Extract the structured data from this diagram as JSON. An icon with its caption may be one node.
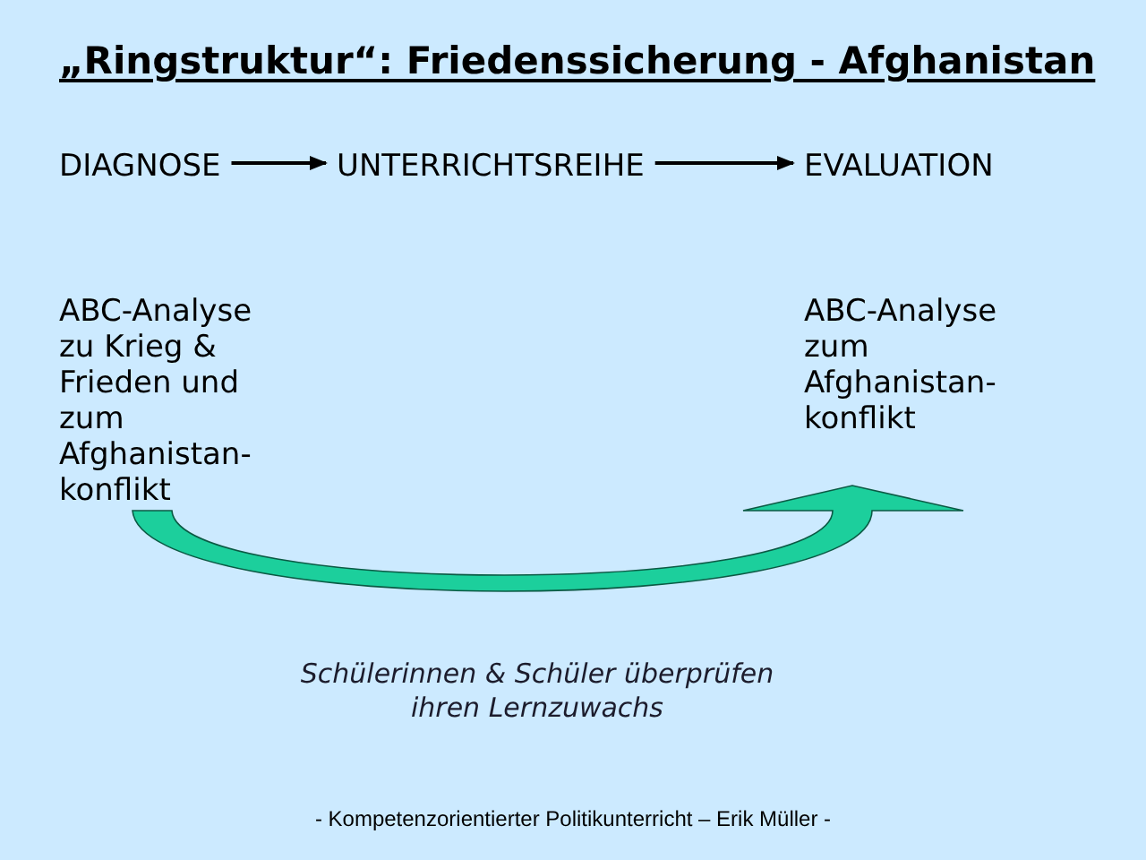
{
  "diagram": {
    "title": "„Ringstruktur“: Friedenssicherung - Afghanistan",
    "nodes": [
      {
        "text": [
          "DIAGNOSE"
        ]
      },
      {
        "text": [
          "UNTERRICHTSREIHE"
        ]
      },
      {
        "text": [
          "EVALUATION"
        ]
      },
      {
        "text": [
          "ABC-Analyse zu Krieg & Frieden und zum Afghanistan-konflikt"
        ]
      },
      {
        "text": [
          "ABC-Analyse zum Afghanistan-konflikt"
        ]
      }
    ],
    "edges": [
      {
        "from": 0,
        "to": 1,
        "arrow": "to"
      },
      {
        "from": 1,
        "to": 2,
        "arrow": "to"
      },
      {
        "from": 3,
        "to": 4,
        "arrow": "to",
        "style": "thick",
        "color": "#1ccf9c"
      }
    ],
    "labels": [
      "Schülerinnen & Schüler überprüfen ihren Lernzuwachs"
    ],
    "caption": "- Kompetenzorientierter Politikunterricht – Erik Müller -"
  }
}
